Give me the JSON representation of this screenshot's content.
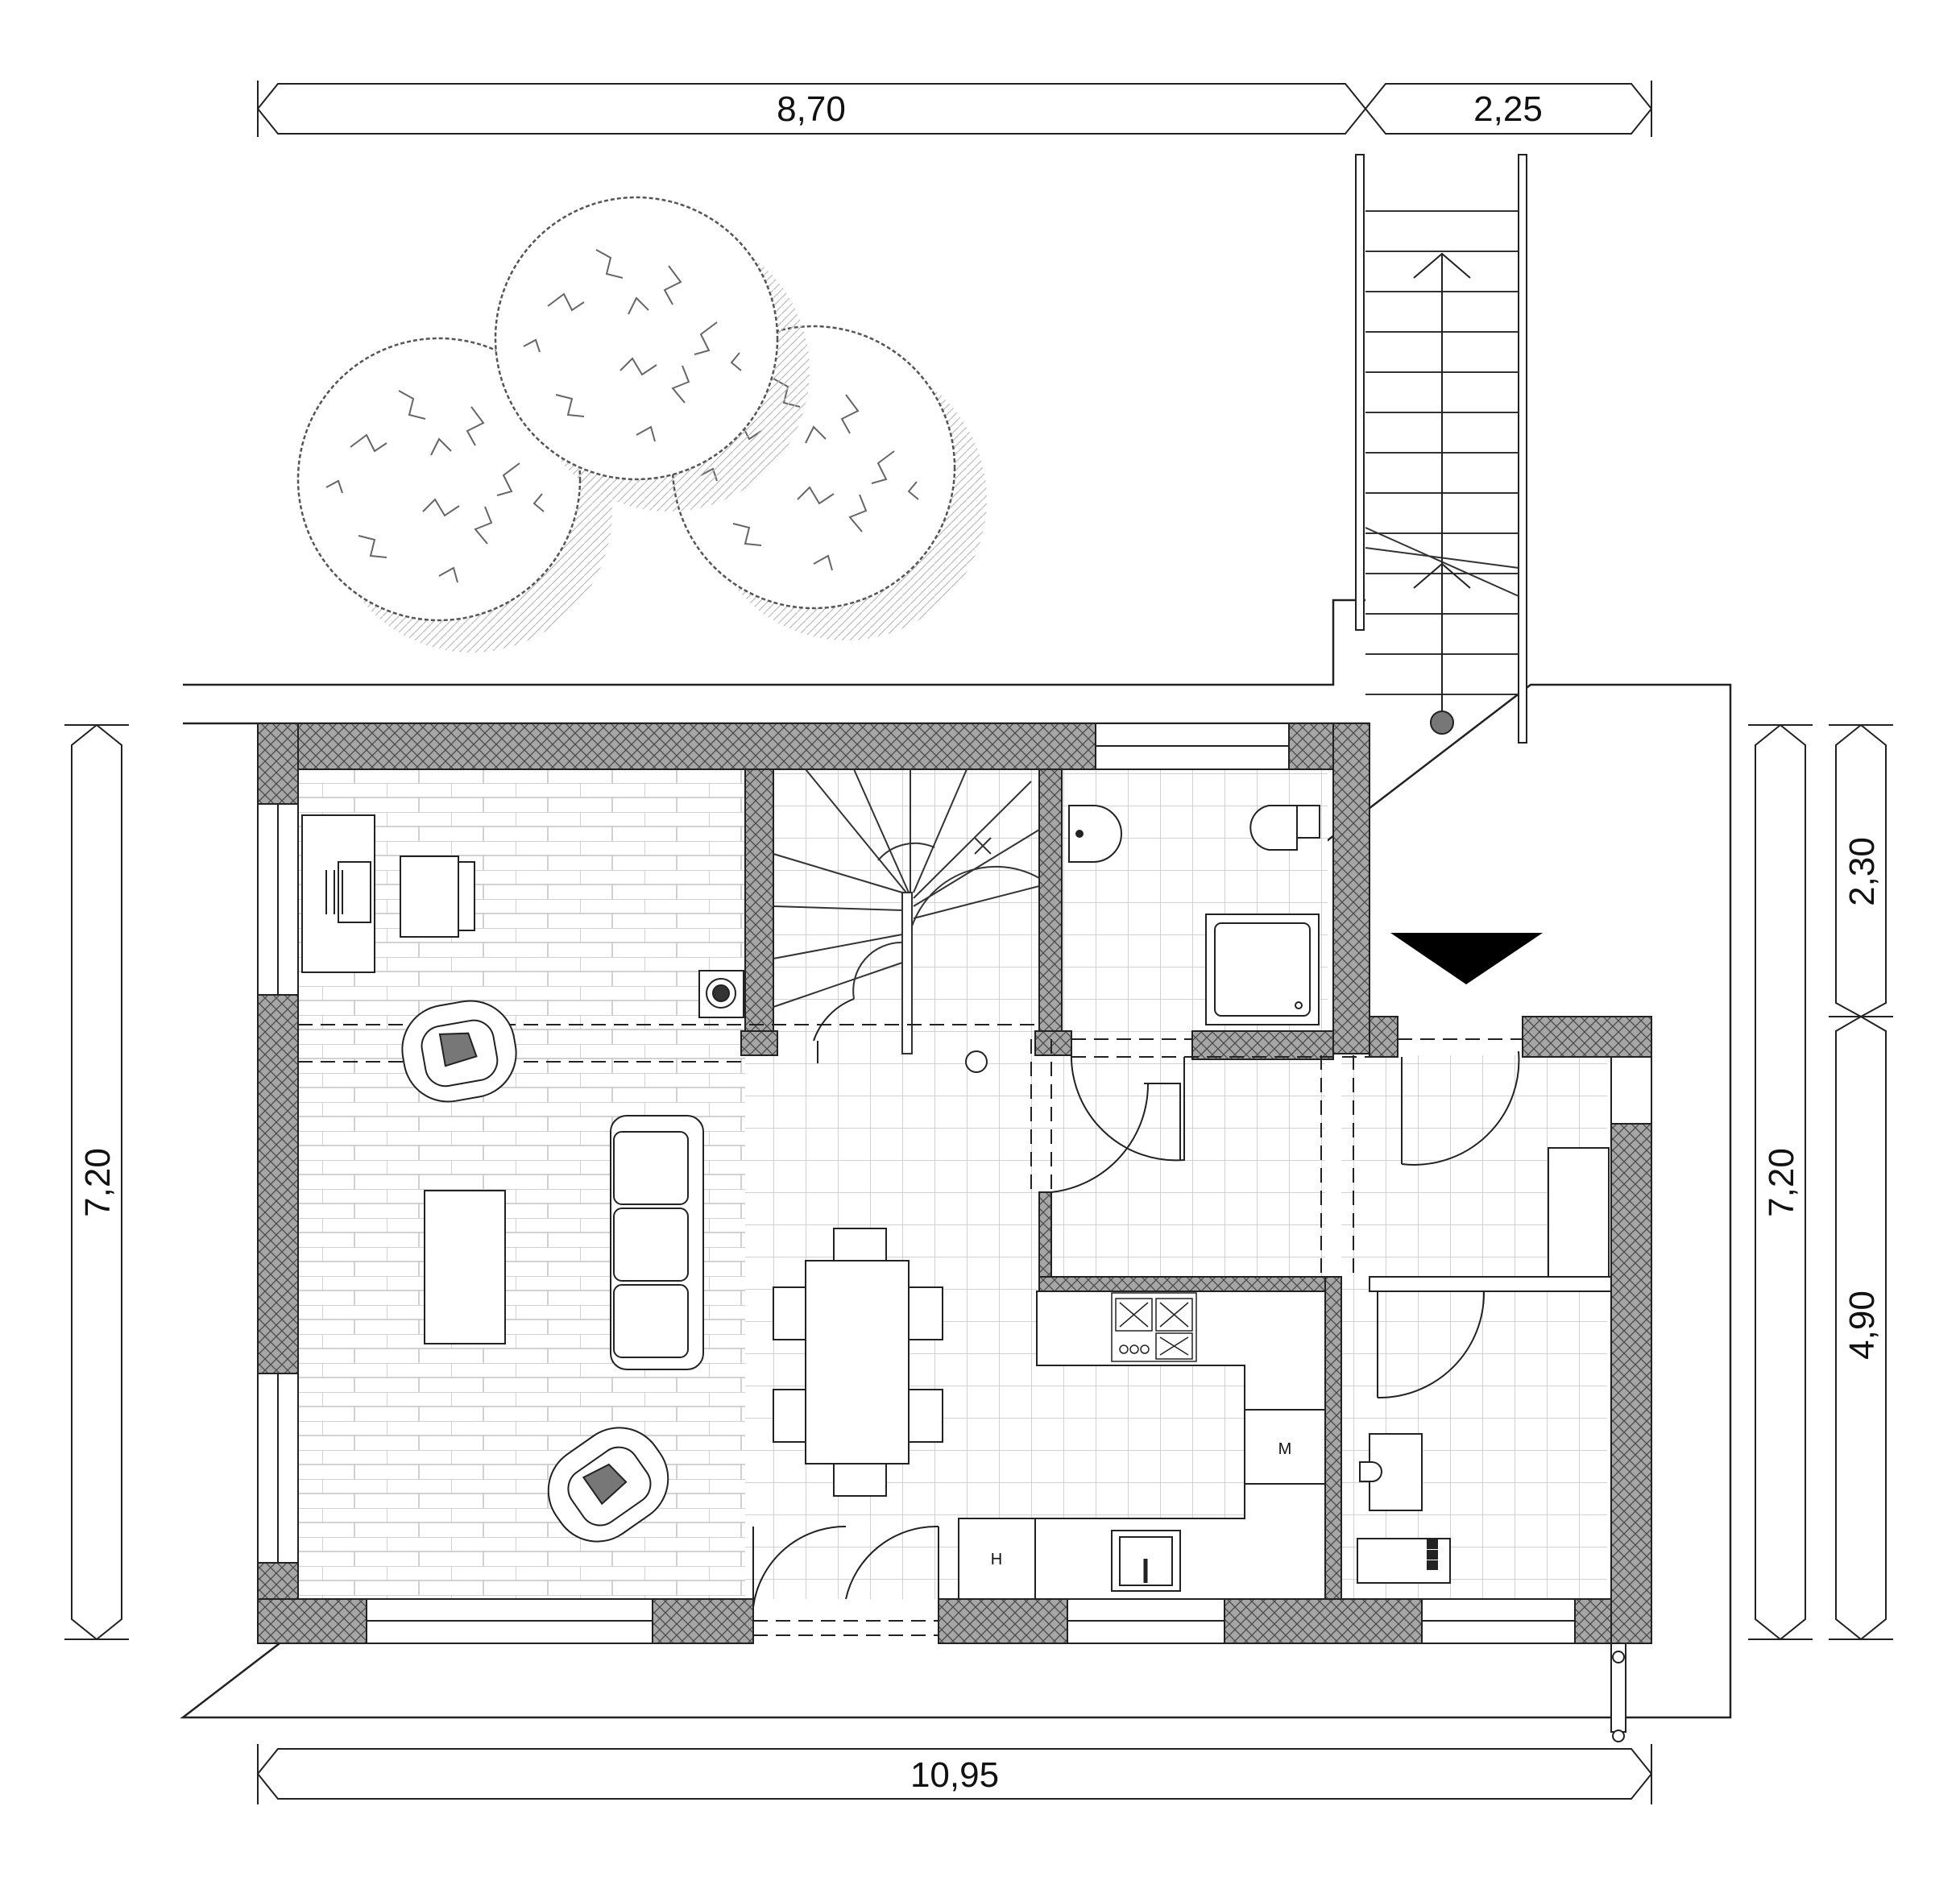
{
  "dimensions": {
    "top_left": "8,70",
    "top_right": "2,25",
    "bottom": "10,95",
    "left": "7,20",
    "right_inner": "7,20",
    "right_outer_top": "2,30",
    "right_outer_bottom": "4,90"
  },
  "appliance_labels": {
    "m": "M",
    "h": "H"
  },
  "colors": {
    "line": "#222222",
    "grid": "#bdbdbd",
    "wall_fill": "#9e9e9e",
    "tree": "#666666"
  },
  "icons": {
    "entrance": "entrance-arrow-icon",
    "tree": "tree-icon",
    "sofa": "sofa-icon",
    "armchair": "armchair-icon",
    "table": "dining-table-icon",
    "toilet": "toilet-icon",
    "shower": "shower-icon",
    "sink": "sink-icon",
    "stove": "stove-icon"
  }
}
